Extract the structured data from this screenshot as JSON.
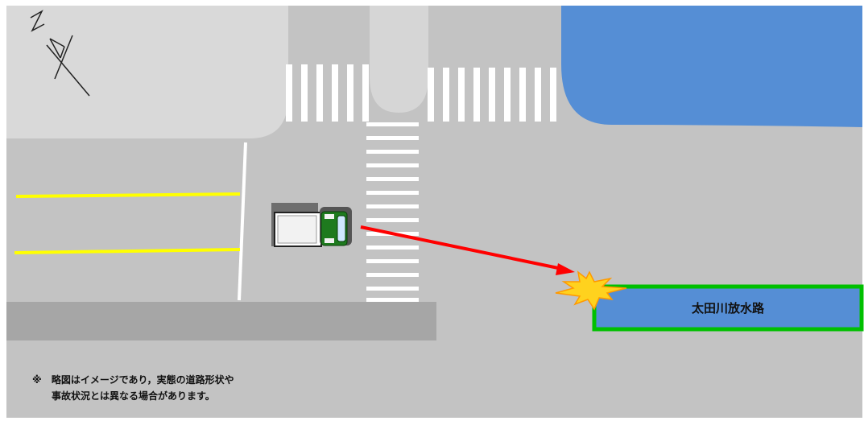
{
  "river_label": "太田川放水路",
  "note": {
    "mark": "※",
    "line1": "略図はイメージであり，実態の道路形状や",
    "line2": "事故状況とは異なる場合があります。"
  },
  "north_marker": "N",
  "colors": {
    "road": "#c3c3c3",
    "building": "#d9d9d9",
    "water": "#558ed5",
    "water_border": "#00c000",
    "lane_line": "#ffff00",
    "arrow": "#ff0000",
    "truck_cab": "#1e7a1e",
    "impact": "#ffd21e"
  },
  "icons": [
    "north-arrow-icon",
    "truck-icon",
    "collision-icon"
  ]
}
